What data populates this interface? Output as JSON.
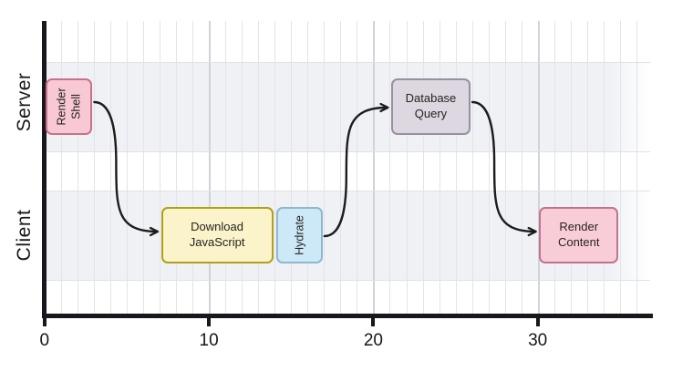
{
  "chart_data": {
    "type": "gantt",
    "title": "",
    "x_axis": {
      "range": [
        0,
        37
      ],
      "ticks": [
        {
          "value": 0,
          "label": "0"
        },
        {
          "value": 10,
          "label": "10"
        },
        {
          "value": 20,
          "label": "20"
        },
        {
          "value": 30,
          "label": "30"
        }
      ]
    },
    "rows": [
      "Server",
      "Client"
    ],
    "tasks": [
      {
        "id": "render-shell",
        "label": "Render Shell",
        "row": "Server",
        "start": 0,
        "end": 3,
        "rotated_text": true,
        "fill": "#f8c9d4",
        "border": "#c9718a"
      },
      {
        "id": "download-javascript",
        "label": "Download JavaScript",
        "row": "Client",
        "start": 7,
        "end": 14,
        "rotated_text": false,
        "fill": "#fbf4cb",
        "border": "#b0a016"
      },
      {
        "id": "hydrate",
        "label": "Hydrate",
        "row": "Client",
        "start": 14,
        "end": 17,
        "rotated_text": true,
        "fill": "#cde9f8",
        "border": "#8db8ce"
      },
      {
        "id": "database-query",
        "label": "Database Query",
        "row": "Server",
        "start": 21,
        "end": 26,
        "rotated_text": false,
        "fill": "#dcd7e0",
        "border": "#97909f"
      },
      {
        "id": "render-content",
        "label": "Render Content",
        "row": "Client",
        "start": 30,
        "end": 35,
        "rotated_text": false,
        "fill": "#f9cdd8",
        "border": "#c0738f"
      }
    ],
    "arrows": [
      {
        "from": "render-shell",
        "to": "download-javascript"
      },
      {
        "from": "hydrate",
        "to": "database-query"
      },
      {
        "from": "database-query",
        "to": "render-content"
      }
    ],
    "colors": {
      "band": "#eff1f5",
      "arrow": "#1c1c1c",
      "axis": "#17171c"
    },
    "legend": null,
    "grid": "vertical-minor-every-1-major-every-10"
  }
}
